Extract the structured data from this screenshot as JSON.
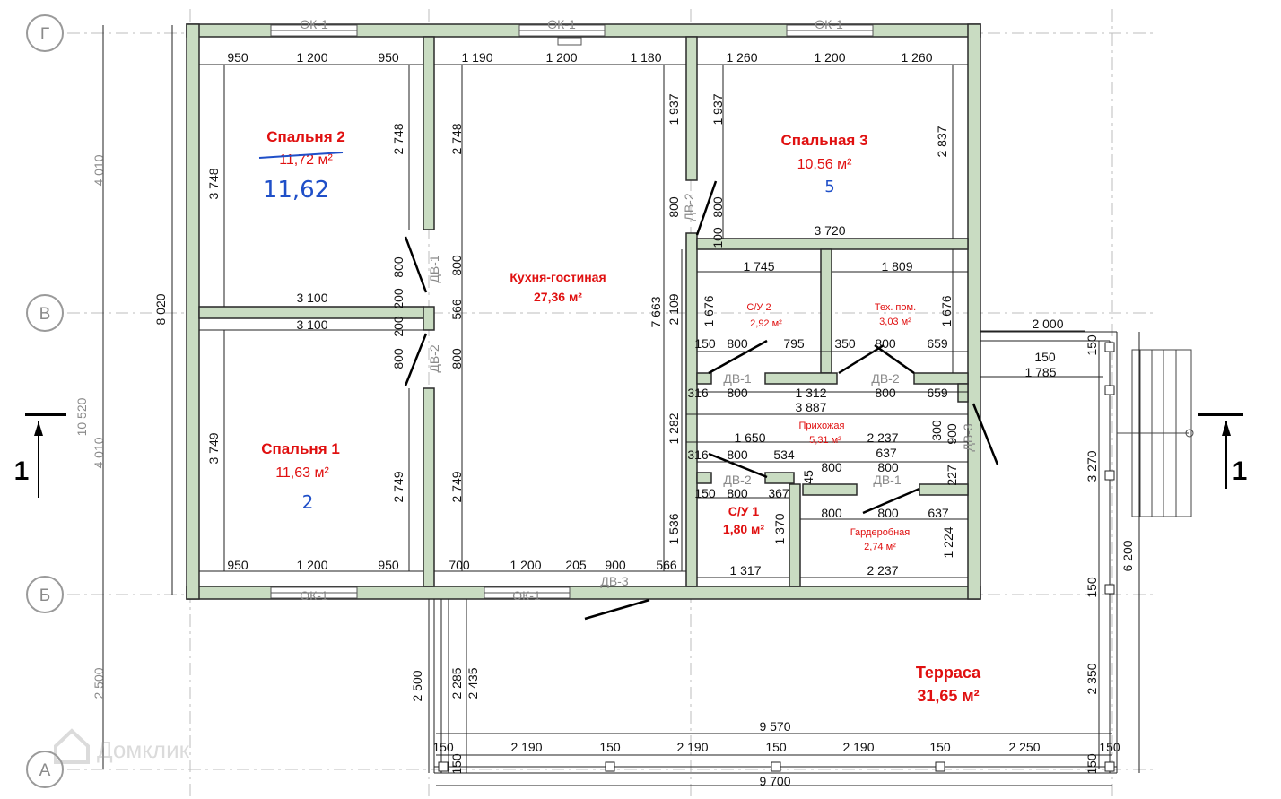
{
  "axes": {
    "g": "Г",
    "v": "В",
    "b": "Б",
    "a": "А"
  },
  "section": "1",
  "watermark": "Домклик",
  "windows": {
    "ok1": "ОК-1"
  },
  "doors": {
    "dv1": "ДВ-1",
    "dv2": "ДВ-2",
    "dv3": "ДВ-3"
  },
  "rooms": {
    "bedroom2": {
      "name": "Спальня 2",
      "area": "11,72 м²",
      "hand": "11,62"
    },
    "bedroom1": {
      "name": "Спальня 1",
      "area": "11,63 м²",
      "hand": "2"
    },
    "kitchen": {
      "name": "Кухня-гостиная",
      "area": "27,36 м²"
    },
    "bedroom3": {
      "name": "Спальная 3",
      "area": "10,56 м²",
      "hand": "5"
    },
    "wc2": {
      "name": "С/У 2",
      "area": "2,92 м²"
    },
    "tech": {
      "name": "Тех. пом.",
      "area": "3,03 м²"
    },
    "hall": {
      "name": "Прихожая",
      "area": "5,31 м²"
    },
    "wc1": {
      "name": "С/У 1",
      "area": "1,80 м²"
    },
    "wardrobe": {
      "name": "Гардеробная",
      "area": "2,74 м²"
    },
    "terrace": {
      "name": "Терраса",
      "area": "31,65 м²"
    }
  },
  "dims": {
    "d950": "950",
    "d1200": "1 200",
    "d1190": "1 190",
    "d1180": "1 180",
    "d1260": "1 260",
    "d1937": "1 937",
    "d2748": "2 748",
    "d2837": "2 837",
    "d3748": "3 748",
    "d4010": "4 010",
    "d8020": "8 020",
    "d10520": "10 520",
    "d800": "800",
    "d3720": "3 720",
    "d1745": "1 745",
    "d1809": "1 809",
    "d3100": "3 100",
    "d200": "200",
    "d566": "566",
    "d7663": "7 663",
    "d2109": "2 109",
    "d1676": "1 676",
    "d150": "150",
    "d795": "795",
    "d350": "350",
    "d659": "659",
    "d2000": "2 000",
    "d1785": "1 785",
    "d316": "316",
    "d1312": "1 312",
    "d3887": "3 887",
    "d1282": "1 282",
    "d1650": "1 650",
    "d2237": "2 237",
    "d300": "300",
    "d900": "900",
    "d637": "637",
    "d534": "534",
    "d45": "45",
    "d227": "227",
    "d3749": "3 749",
    "d2749": "2 749",
    "d367": "367",
    "d1370": "1 370",
    "d1224": "1 224",
    "d1536": "1 536",
    "d3270": "3 270",
    "d6200": "6 200",
    "d700": "700",
    "d205": "205",
    "d1317": "1 317",
    "d2500": "2 500",
    "d2285": "2 285",
    "d2435": "2 435",
    "d2350": "2 350",
    "d9570": "9 570",
    "d2190": "2 190",
    "d2250": "2 250",
    "d9700": "9 700"
  }
}
